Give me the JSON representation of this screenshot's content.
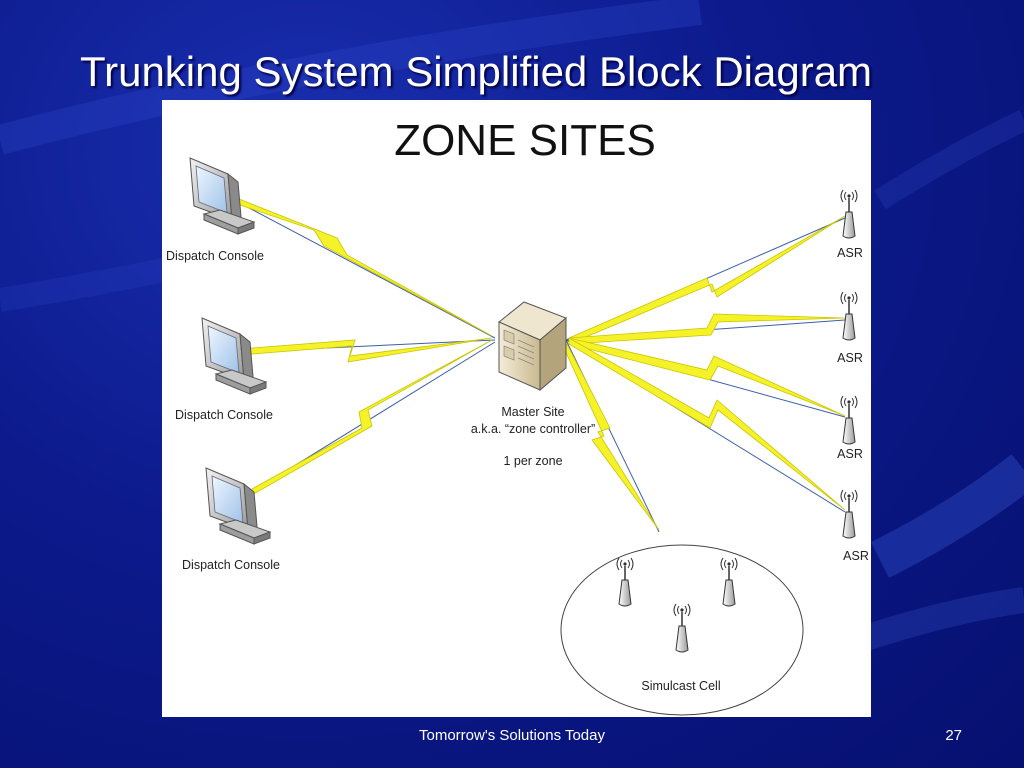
{
  "slide": {
    "title": "Trunking System Simplified Block Diagram",
    "footer": "Tomorrow's Solutions Today",
    "page_number": "27"
  },
  "diagram": {
    "title": "ZONE SITES",
    "consoles": [
      {
        "label": "Dispatch Console"
      },
      {
        "label": "Dispatch Console"
      },
      {
        "label": "Dispatch Console"
      }
    ],
    "master": {
      "line1": "Master Site",
      "line2": "a.k.a. “zone controller”",
      "line3": "1 per zone"
    },
    "asrs": [
      {
        "label": "ASR"
      },
      {
        "label": "ASR"
      },
      {
        "label": "ASR"
      },
      {
        "label": "ASR"
      }
    ],
    "simulcast": {
      "label": "Simulcast Cell"
    },
    "icons": {
      "console": "computer-monitor-icon",
      "server": "server-tower-icon",
      "antenna": "radio-antenna-icon",
      "link": "lightning-bolt-icon"
    },
    "colors": {
      "link_fill": "#f5f22a",
      "link_stroke": "#c9c500",
      "wire": "#3c5fa8",
      "slide_bg": "#0c1a8c"
    }
  }
}
